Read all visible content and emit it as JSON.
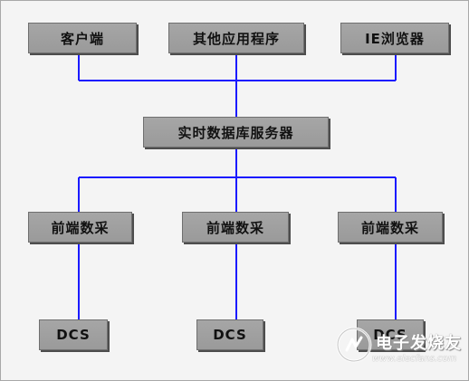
{
  "diagram": {
    "top_row": {
      "client": "客户端",
      "other_apps": "其他应用程序",
      "ie_browser": "IE浏览器"
    },
    "server": "实时数据库服务器",
    "frontend_row": [
      "前端数采",
      "前端数采",
      "前端数采"
    ],
    "dcs_row": [
      "DCS",
      "DCS",
      "DCS"
    ],
    "line_color": "#1a1aff",
    "box_color": "#a0a0a0"
  },
  "watermark": {
    "title": "电子发烧友",
    "url": "www.elecfans.com"
  }
}
